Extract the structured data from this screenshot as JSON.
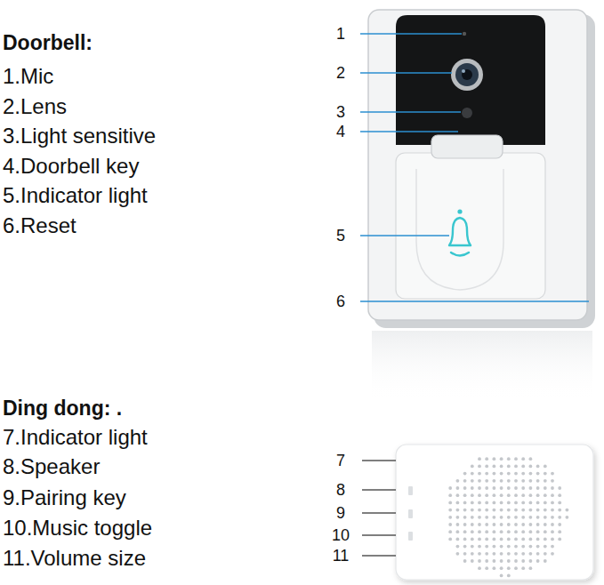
{
  "diagram": {
    "labels": [
      "Doorbell:",
      "1.Mic",
      "2.Lens",
      "3.Light sensitive",
      "4.Doorbell key",
      "5.Indicator light",
      "6.Reset",
      "Ding dong: .",
      "7.Indicator light",
      "8.Speaker",
      "9.Pairing key",
      "10.Music toggle",
      "11.Volume size",
      "1",
      "2",
      "3",
      "4",
      "5",
      "6",
      "7",
      "8",
      "9",
      "10",
      "11"
    ]
  }
}
